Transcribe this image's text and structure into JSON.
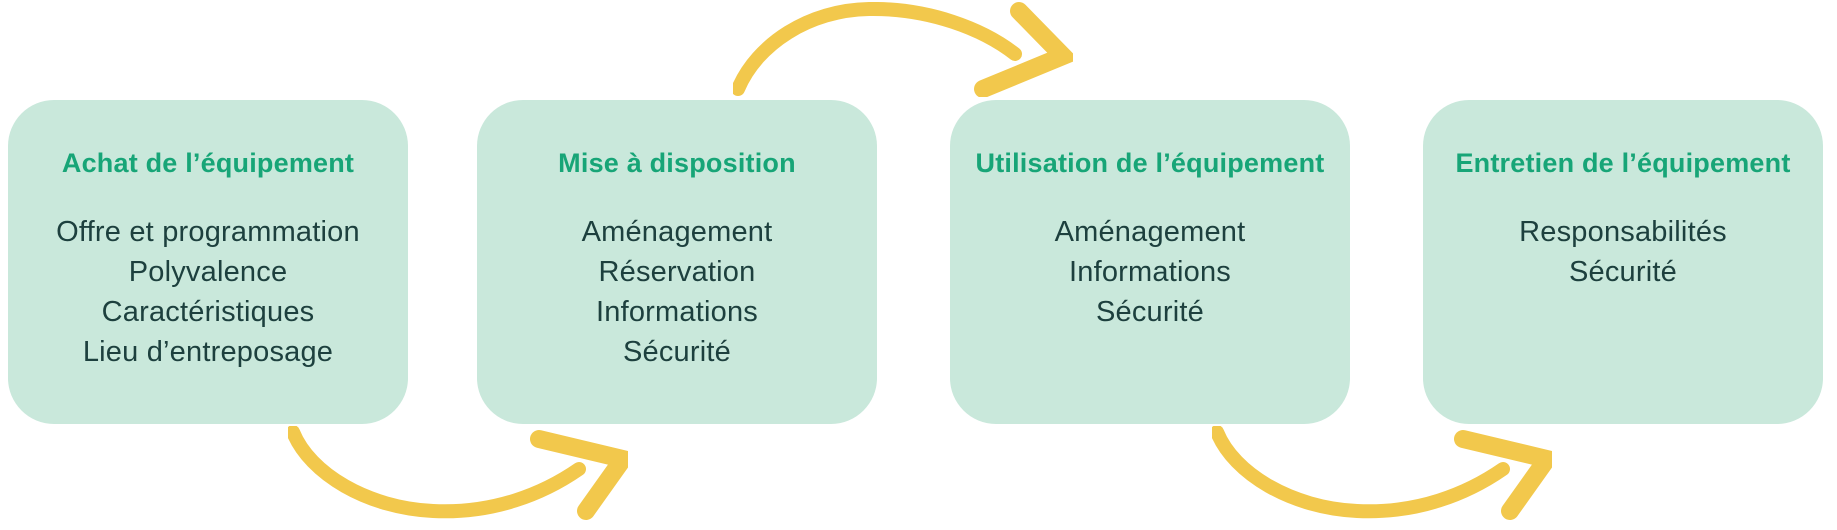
{
  "palette": {
    "page_bg": "#ffffff",
    "box_bg": "#c9e8db",
    "title_color": "#17a577",
    "text_color": "#1d403e",
    "arrow_color": "#f2c84c"
  },
  "steps": [
    {
      "title": "Achat de l’équipement",
      "items": [
        "Offre et programmation",
        "Polyvalence",
        "Caractéristiques",
        "Lieu d’entreposage"
      ]
    },
    {
      "title": "Mise à disposition",
      "items": [
        "Aménagement",
        "Réservation",
        "Informations",
        "Sécurité"
      ]
    },
    {
      "title": "Utilisation de l’équipement",
      "items": [
        "Aménagement",
        "Informations",
        "Sécurité"
      ]
    },
    {
      "title": "Entretien de l’équipement",
      "items": [
        "Responsabilités",
        "Sécurité"
      ]
    }
  ],
  "arrows": [
    {
      "from": "Achat de l’équipement",
      "to": "Mise à disposition",
      "position": "below"
    },
    {
      "from": "Mise à disposition",
      "to": "Utilisation de l’équipement",
      "position": "above"
    },
    {
      "from": "Utilisation de l’équipement",
      "to": "Entretien de l’équipement",
      "position": "below"
    }
  ]
}
